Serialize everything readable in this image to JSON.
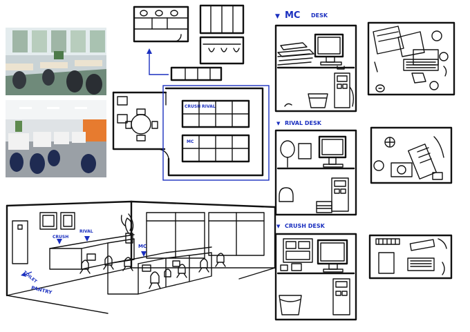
{
  "labels": {
    "mc_desk_prefix": "MC",
    "mc_desk_suffix": "DESK",
    "rival_desk": "RIVAL DESK",
    "crush_desk": "CRUSH DESK",
    "plan_crush": "CRUSH",
    "plan_rival": "RIVAL",
    "plan_mc": "MC",
    "persp_crush": "CRUSH",
    "persp_rival": "RIVAL",
    "persp_mc": "MC",
    "toilet": "TOILET",
    "pantry": "PANTRY"
  },
  "colors": {
    "ink": "#111111",
    "annotation_blue": "#1a2fbf",
    "paper": "#ffffff"
  },
  "icons": {
    "desk_marker": "down-triangle"
  }
}
